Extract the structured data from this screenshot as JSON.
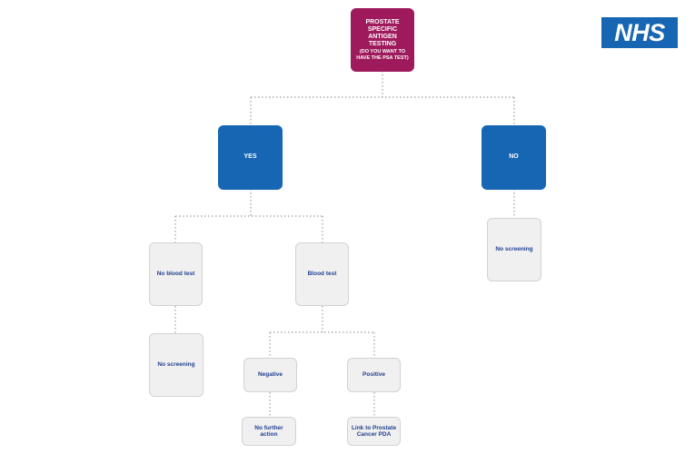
{
  "logo": {
    "text": "NHS",
    "color": "#1766b4"
  },
  "colors": {
    "root": "#9e1a5c",
    "primary": "#1766b4",
    "leaf_bg": "#f0f0f0",
    "leaf_text": "#1f3f8f",
    "connector": "#a0a0a0"
  },
  "nodes": {
    "root": {
      "line1": "PROSTATE",
      "line2": "SPECIFIC",
      "line3": "ANTIGEN",
      "line4": "TESTING",
      "subtitle": "(DO YOU WANT TO HAVE THE PSA TEST)"
    },
    "yes": "YES",
    "no": "NO",
    "no_screening_right": "No screening",
    "no_blood_test": "No blood test",
    "blood_test": "Blood test",
    "no_screening_left": "No screening",
    "negative": "Negative",
    "positive": "Positive",
    "no_further_action": "No further action",
    "link_pda": "Link to Prostate Cancer PDA"
  }
}
